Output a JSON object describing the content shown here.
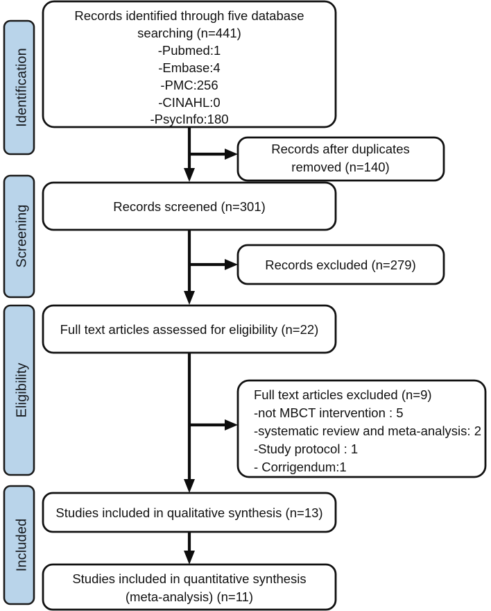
{
  "diagram": {
    "type": "prisma-flow-diagram",
    "title": "PRISMA study selection flow diagram",
    "accent_color": "#b9d4ea",
    "line_color": "#0d0d0d",
    "box_fill": "#ffffff",
    "stages": [
      {
        "id": "identification",
        "label": "Identification"
      },
      {
        "id": "screening",
        "label": "Screening"
      },
      {
        "id": "eligibility",
        "label": "Eligibility"
      },
      {
        "id": "included",
        "label": "Included"
      }
    ],
    "nodes": [
      {
        "id": "records-identified",
        "stage": "identification",
        "column": "main",
        "align": "center",
        "lines": [
          "Records identified through five database",
          "searching (n=441)",
          "-Pubmed:1",
          "-Embase:4",
          "-PMC:256",
          "-CINAHL:0",
          "-PsycInfo:180"
        ]
      },
      {
        "id": "duplicates-removed",
        "stage": "identification",
        "column": "side",
        "align": "center",
        "lines": [
          "Records after duplicates",
          "removed (n=140)"
        ]
      },
      {
        "id": "records-screened",
        "stage": "screening",
        "column": "main",
        "align": "center",
        "lines": [
          "Records screened (n=301)"
        ]
      },
      {
        "id": "records-excluded",
        "stage": "screening",
        "column": "side",
        "align": "center",
        "lines": [
          "Records excluded  (n=279)"
        ]
      },
      {
        "id": "full-text-assessed",
        "stage": "eligibility",
        "column": "main",
        "align": "center",
        "lines": [
          "Full text articles assessed for eligibility (n=22)"
        ]
      },
      {
        "id": "full-text-excluded",
        "stage": "eligibility",
        "column": "side",
        "align": "left",
        "lines": [
          "Full text articles excluded (n=9)",
          "-not MBCT intervention : 5",
          "-systematic review and meta-analysis: 2",
          "-Study protocol : 1",
          "- Corrigendum:1"
        ]
      },
      {
        "id": "qualitative-synthesis",
        "stage": "included",
        "column": "main",
        "align": "center",
        "lines": [
          "Studies included in qualitative synthesis (n=13)"
        ]
      },
      {
        "id": "quantitative-synthesis",
        "stage": "included",
        "column": "main",
        "align": "center",
        "lines": [
          "Studies included in quantitative synthesis",
          "(meta-analysis) (n=11)"
        ]
      }
    ],
    "counts": {
      "identified_total": 441,
      "pubmed": 1,
      "embase": 4,
      "pmc": 256,
      "cinahl": 0,
      "psycinfo": 180,
      "duplicates_removed": 140,
      "screened": 301,
      "records_excluded": 279,
      "full_text_assessed": 22,
      "full_text_excluded": 9,
      "excluded_not_mbct": 5,
      "excluded_review_meta": 2,
      "excluded_study_protocol": 1,
      "excluded_corrigendum": 1,
      "qualitative_synthesis": 13,
      "quantitative_synthesis": 11
    }
  }
}
